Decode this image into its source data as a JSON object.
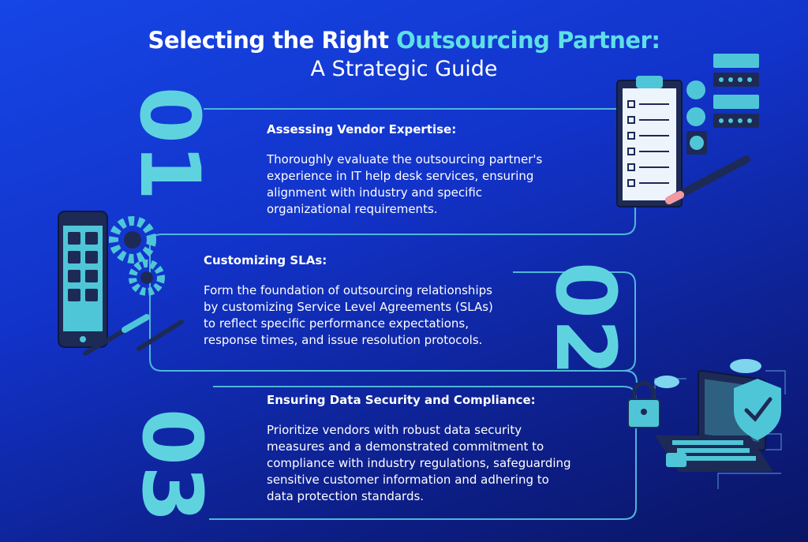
{
  "header": {
    "title_part1": "Selecting the Right ",
    "title_accent": "Outsourcing Partner:",
    "title_line2": "A Strategic Guide"
  },
  "steps": [
    {
      "number": "01",
      "heading": "Assessing Vendor Expertise:",
      "lines": [
        "Thoroughly evaluate the outsourcing partner's",
        "experience in IT help desk services, ensuring",
        "alignment with industry and specific",
        "organizational requirements."
      ]
    },
    {
      "number": "02",
      "heading": "Customizing SLAs:",
      "lines": [
        "Form the foundation of outsourcing relationships",
        "by customizing Service Level Agreements (SLAs)",
        "to reflect specific performance expectations,",
        "response times, and issue resolution protocols."
      ]
    },
    {
      "number": "03",
      "heading": "Ensuring Data Security and Compliance:",
      "lines": [
        "Prioritize vendors with robust data security",
        "measures and a demonstrated commitment to",
        "compliance with industry regulations, safeguarding",
        "sensitive customer information and adhering to",
        "data protection standards."
      ]
    }
  ],
  "colors": {
    "accent": "#5ee0e6",
    "number": "#5ed3df",
    "frame_line": "#4fb6d8"
  },
  "icons": [
    "clipboard-checklist-icon",
    "smartphone-gears-icon",
    "laptop-security-icon"
  ]
}
